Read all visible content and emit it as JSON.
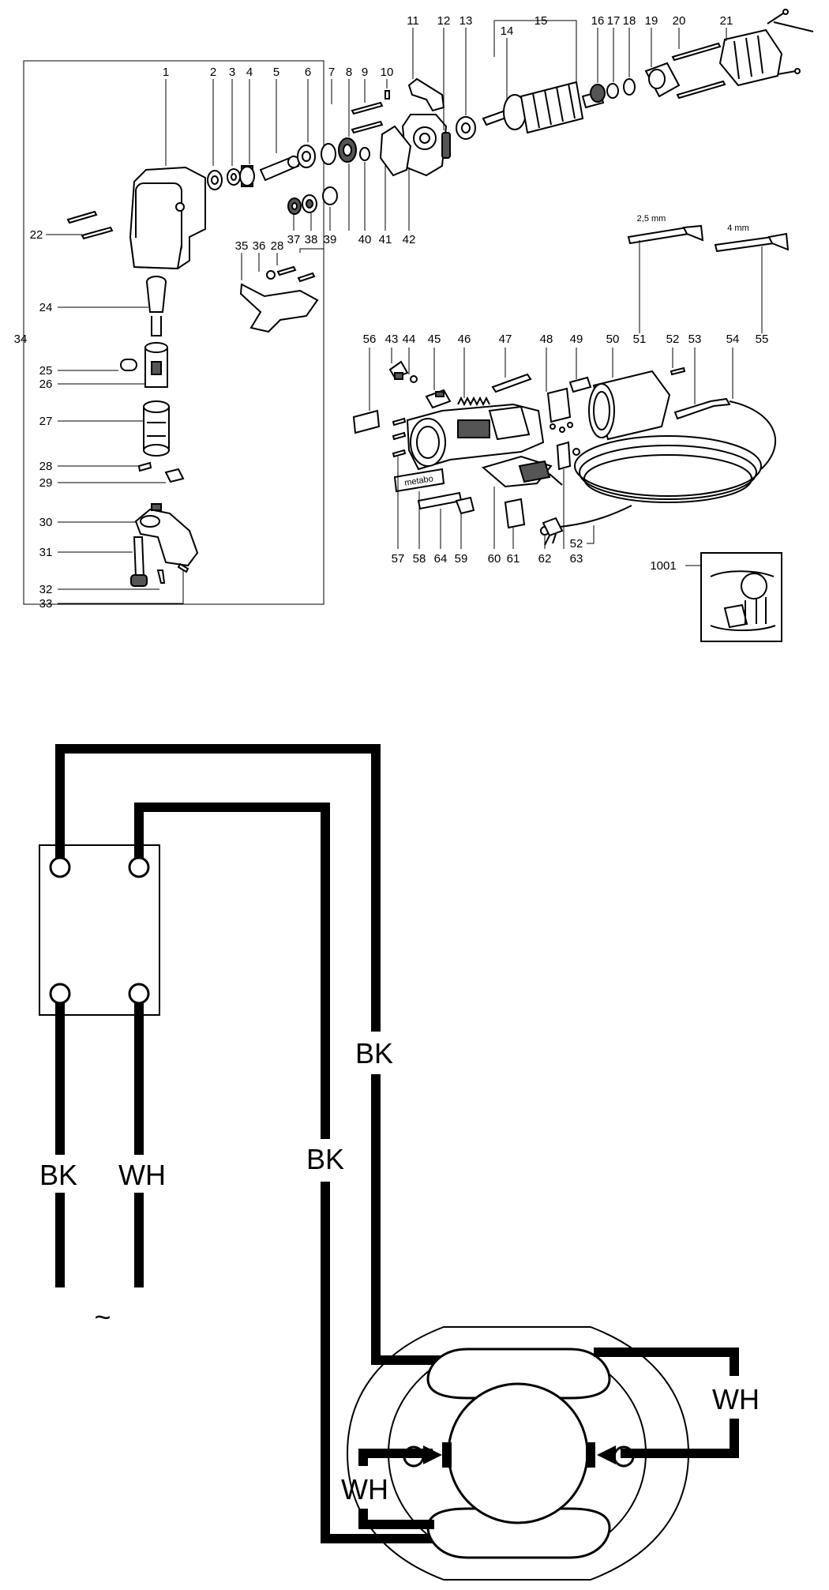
{
  "exploded_view": {
    "callouts": [
      "1",
      "2",
      "3",
      "4",
      "5",
      "6",
      "7",
      "8",
      "9",
      "10",
      "11",
      "12",
      "13",
      "14",
      "15",
      "16",
      "17",
      "18",
      "19",
      "20",
      "21",
      "22",
      "24",
      "25",
      "26",
      "27",
      "28",
      "29",
      "30",
      "31",
      "32",
      "33",
      "34",
      "35",
      "36",
      "28",
      "37",
      "38",
      "39",
      "40",
      "41",
      "42",
      "56",
      "43",
      "44",
      "45",
      "46",
      "47",
      "48",
      "49",
      "50",
      "52",
      "53",
      "54",
      "51",
      "55",
      "57",
      "58",
      "64",
      "59",
      "60",
      "61",
      "62",
      "52",
      "63",
      "1001"
    ],
    "wrench_small_label": "2,5 mm",
    "wrench_large_label": "4 mm",
    "housing_brand": "metabo"
  },
  "wiring_diagram": {
    "left_wire_black": "BK",
    "left_wire_white": "WH",
    "supply_symbol": "~",
    "outer_black_label": "BK",
    "inner_black_label": "BK",
    "right_white_label": "WH",
    "left_white_label": "WH"
  }
}
